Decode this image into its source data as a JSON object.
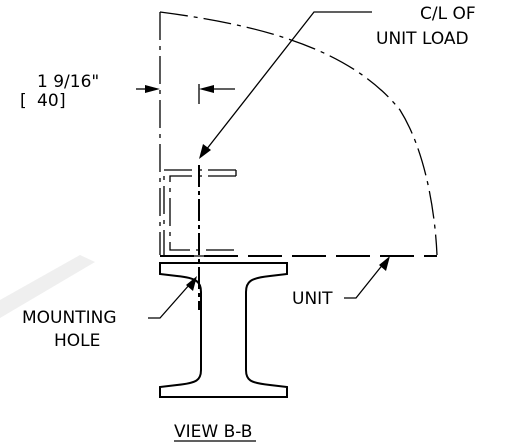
{
  "labels": {
    "centerline": "C/L OF",
    "centerline_line2": "UNIT LOAD",
    "dimension_imperial": "1 9/16\"",
    "dimension_metric": "40",
    "mounting": "MOUNTING",
    "mounting_line2": "HOLE",
    "unit": "UNIT",
    "view_title": "VIEW B-B"
  }
}
